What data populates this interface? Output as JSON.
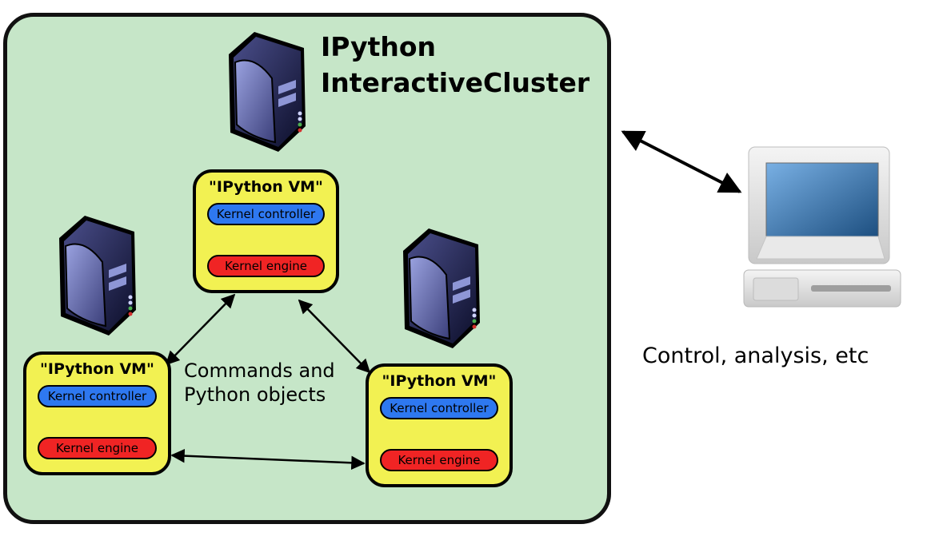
{
  "cluster": {
    "title_line1": "IPython",
    "title_line2": "InteractiveCluster"
  },
  "vms": [
    {
      "title": "\"IPython VM\"",
      "controller": "Kernel controller",
      "engine": "Kernel engine"
    },
    {
      "title": "\"IPython VM\"",
      "controller": "Kernel controller",
      "engine": "Kernel engine"
    },
    {
      "title": "\"IPython VM\"",
      "controller": "Kernel controller",
      "engine": "Kernel engine"
    }
  ],
  "channel_label_line1": "Commands and",
  "channel_label_line2": "Python objects",
  "client_label": "Control, analysis, etc",
  "colors": {
    "cluster_fill": "#c6e6c8",
    "vm_fill": "#f2f152",
    "controller_fill": "#2e78f0",
    "engine_fill": "#f02424",
    "outline": "#000000"
  },
  "icons": {
    "server": "server-tower-icon",
    "client": "desktop-computer-icon"
  }
}
